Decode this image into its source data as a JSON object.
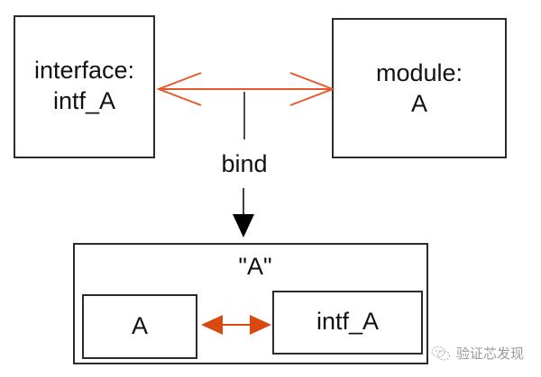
{
  "diagram": {
    "interface_box": {
      "line1": "interface:",
      "line2": "intf_A"
    },
    "module_box": {
      "line1": "module:",
      "line2": "A"
    },
    "bind_label": "bind",
    "result_box": {
      "title": "\"A\"",
      "left_inner": "A",
      "right_inner": "intf_A"
    },
    "colors": {
      "connector_top": "#e8582a",
      "connector_bottom": "#d9480f",
      "box_border": "#2b2b2b",
      "bind_arrow": "#000000"
    }
  },
  "watermark": {
    "icon": "wechat-icon",
    "text": "验证芯发现"
  }
}
